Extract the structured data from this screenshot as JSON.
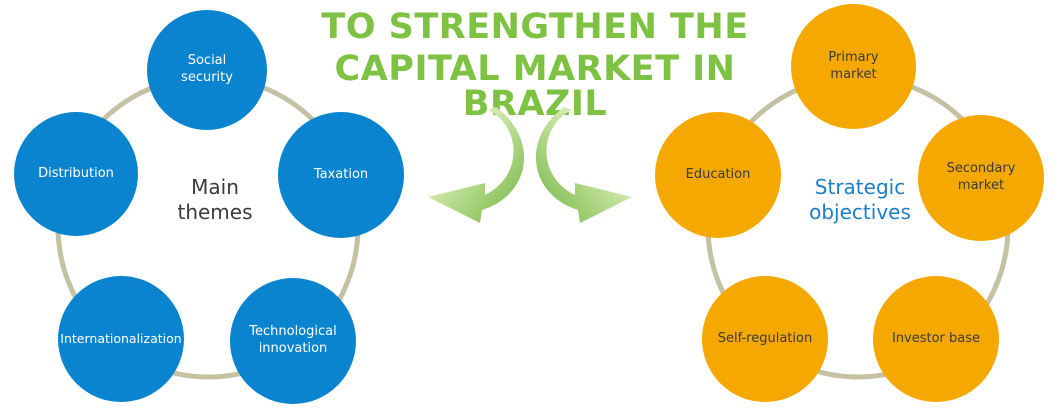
{
  "title": {
    "line1": "TO STRENGTHEN THE",
    "line2": "CAPITAL MARKET IN BRAZIL",
    "color": "#7dc242"
  },
  "main_themes": {
    "label": "Main\nthemes",
    "label_color": "#3b3b3b",
    "node_color": "#0a84cf",
    "nodes": [
      "Social\nsecurity",
      "Taxation",
      "Technological\ninnovation",
      "Internationalization",
      "Distribution"
    ]
  },
  "strategic_objectives": {
    "label": "Strategic\nobjectives",
    "label_color": "#1b7fc6",
    "node_color": "#f4a800",
    "nodes": [
      "Primary\nmarket",
      "Secondary\nmarket",
      "Investor base",
      "Self-regulation",
      "Education"
    ]
  },
  "ring_color": "#c5c2a3",
  "arrow_color": "#7dc242"
}
